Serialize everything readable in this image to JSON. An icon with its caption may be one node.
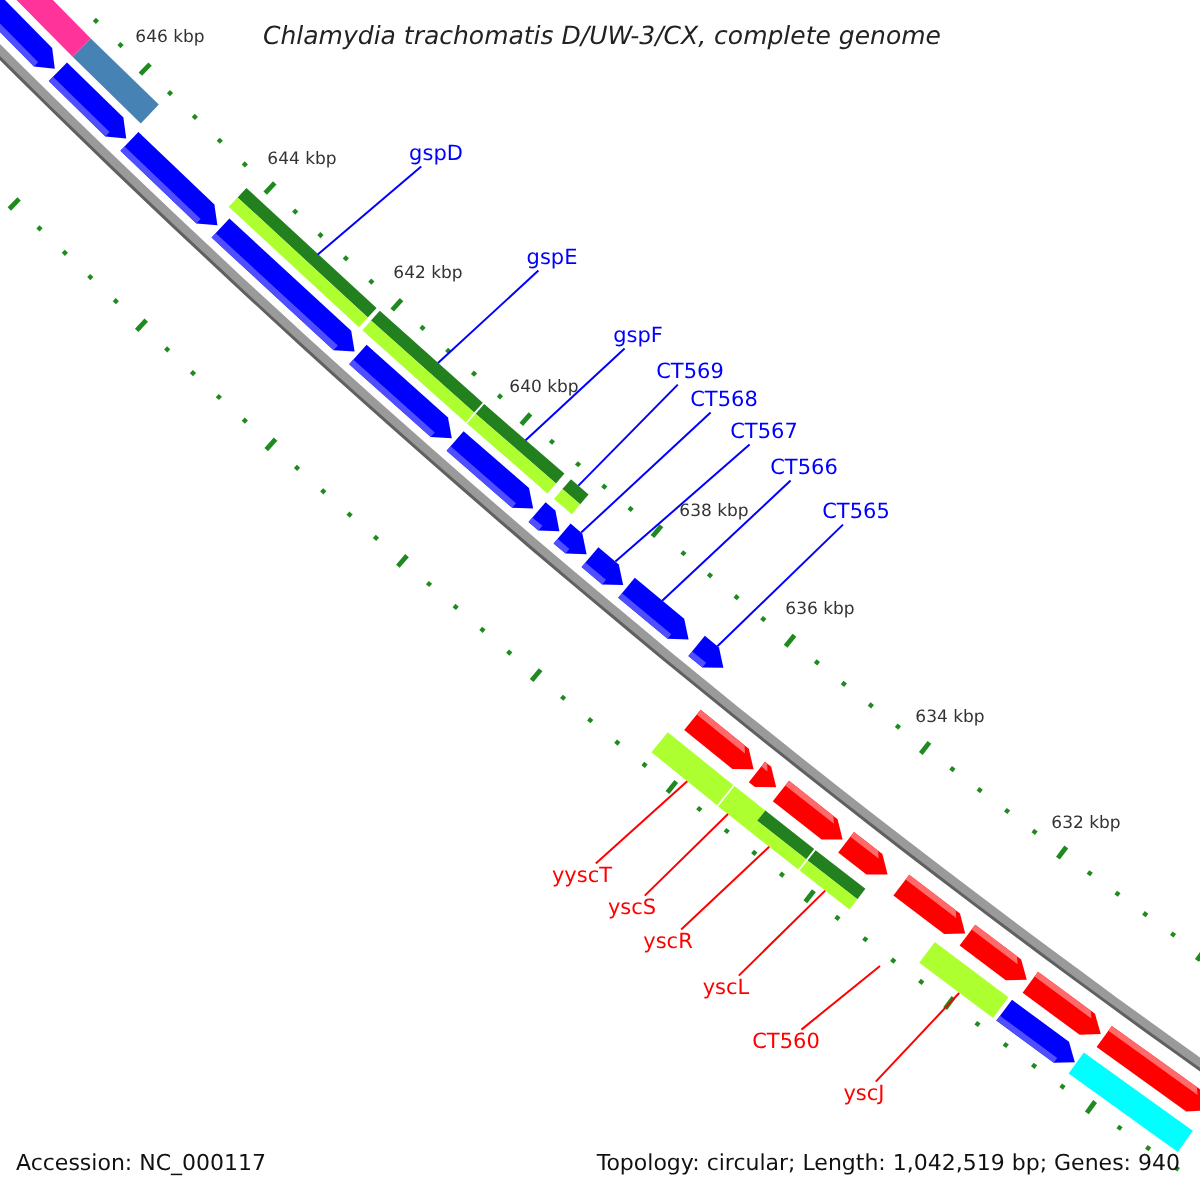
{
  "diagram": {
    "title": "Chlamydia trachomatis D/UW-3/CX, complete genome",
    "nodes": [
      {
        "text": [
          "gspD"
        ]
      },
      {
        "text": [
          "gspE"
        ]
      },
      {
        "text": [
          "gspF"
        ]
      },
      {
        "text": [
          "CT569"
        ]
      },
      {
        "text": [
          "CT568"
        ]
      },
      {
        "text": [
          "CT567"
        ]
      },
      {
        "text": [
          "CT566"
        ]
      },
      {
        "text": [
          "CT565"
        ]
      },
      {
        "text": [
          "yyscT"
        ]
      },
      {
        "text": [
          "yscS"
        ]
      },
      {
        "text": [
          "yscR"
        ]
      },
      {
        "text": [
          "yscL"
        ]
      },
      {
        "text": [
          "CT560"
        ]
      },
      {
        "text": [
          "yscJ"
        ]
      },
      {
        "text": [],
        "shape": "box"
      },
      {
        "text": [],
        "shape": "pentagon"
      },
      {
        "text": [],
        "shape": "box"
      },
      {
        "text": [],
        "shape": "pentagon"
      },
      {
        "text": [],
        "shape": "pentagon"
      },
      {
        "text": [],
        "shape": "box"
      },
      {
        "text": [],
        "shape": "pentagon"
      },
      {
        "text": [],
        "shape": "box"
      },
      {
        "text": [],
        "shape": "pentagon"
      },
      {
        "text": [],
        "shape": "box"
      },
      {
        "text": [],
        "shape": "pentagon"
      },
      {
        "text": [],
        "shape": "pentagon"
      },
      {
        "text": [],
        "shape": "box"
      },
      {
        "text": [],
        "shape": "pentagon"
      },
      {
        "text": [],
        "shape": "pentagon"
      },
      {
        "text": [],
        "shape": "pentagon"
      },
      {
        "text": [],
        "shape": "pentagon"
      },
      {
        "text": [],
        "shape": "box"
      },
      {
        "text": [],
        "shape": "pentagon"
      },
      {
        "text": [],
        "shape": "box"
      },
      {
        "text": [],
        "shape": "pentagon"
      },
      {
        "text": [],
        "shape": "box"
      },
      {
        "text": [],
        "shape": "pentagon"
      },
      {
        "text": [],
        "shape": "box"
      },
      {
        "text": [],
        "shape": "pentagon"
      },
      {
        "text": [],
        "shape": "pentagon"
      },
      {
        "text": [],
        "shape": "box"
      },
      {
        "text": [],
        "shape": "pentagon"
      },
      {
        "text": [],
        "shape": "pentagon"
      },
      {
        "text": [],
        "shape": "pentagon"
      },
      {
        "text": [],
        "shape": "box"
      },
      {
        "text": [],
        "shape": "pentagon"
      }
    ],
    "edges": [
      {
        "from": 0,
        "to": 19,
        "arrow": "none"
      },
      {
        "from": 1,
        "to": 21,
        "arrow": "none"
      },
      {
        "from": 2,
        "to": 23,
        "arrow": "none"
      },
      {
        "from": 3,
        "to": 26,
        "arrow": "none"
      },
      {
        "from": 4,
        "to": 27,
        "arrow": "none"
      },
      {
        "from": 5,
        "to": 28,
        "arrow": "none"
      },
      {
        "from": 6,
        "to": 29,
        "arrow": "none"
      },
      {
        "from": 7,
        "to": 30,
        "arrow": "none"
      },
      {
        "from": 8,
        "to": 31,
        "arrow": "none",
        "color": "#ff0000"
      },
      {
        "from": 9,
        "to": 33,
        "arrow": "none",
        "color": "#ff0000"
      },
      {
        "from": 10,
        "to": 35,
        "arrow": "none",
        "color": "#ff0000"
      },
      {
        "from": 11,
        "to": 37,
        "arrow": "none",
        "color": "#ff0000"
      },
      {
        "from": 12,
        "to": null,
        "arrow": "none",
        "color": "#ff0000"
      },
      {
        "from": 13,
        "to": 40,
        "arrow": "none",
        "color": "#ff0000"
      }
    ],
    "labels": [
      "646 kbp",
      "644 kbp",
      "642 kbp",
      "640 kbp",
      "638 kbp",
      "636 kbp",
      "634 kbp",
      "632 kbp",
      "Accession: NC_000117",
      "Topology: circular; Length: 1,042,519 bp; Genes: 940"
    ]
  }
}
